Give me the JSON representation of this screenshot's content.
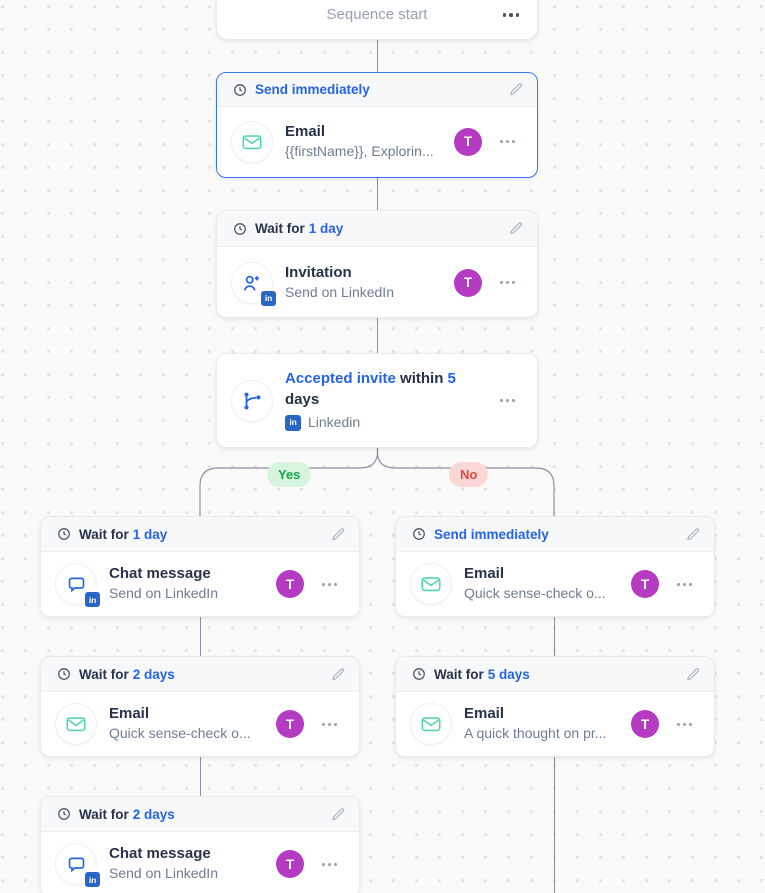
{
  "labels": {
    "yes": "Yes",
    "no": "No",
    "linkedin_badge": "in"
  },
  "colors": {
    "accent_blue": "#2563eb",
    "selected_border": "#3577f1",
    "connector": "#8792a6",
    "avatar_purple": "#b43bc2",
    "linkedin_blue": "#2a66c3",
    "email_mint": "#55d7a5",
    "yes_green": "#19a24a",
    "yes_bg": "#d7f5de",
    "no_red": "#e8453f",
    "no_bg": "#fbd8d6",
    "header_bg": "#f7f8fa",
    "canvas_bg": "#fafaf9"
  },
  "start_card": {
    "title": "Sequence start"
  },
  "cards": {
    "email1": {
      "header_plain": "",
      "header_highlight": "Send immediately",
      "title": "Email",
      "subtitle": "{{firstName}}, Explorin...",
      "avatar_initial": "T"
    },
    "invitation": {
      "header_plain": "Wait for",
      "header_highlight": "1 day",
      "title": "Invitation",
      "subtitle": "Send on LinkedIn",
      "avatar_initial": "T"
    },
    "left1": {
      "header_plain": "Wait for",
      "header_highlight": "1 day",
      "title": "Chat message",
      "subtitle": "Send on LinkedIn",
      "avatar_initial": "T"
    },
    "left2": {
      "header_plain": "Wait for",
      "header_highlight": "2 days",
      "title": "Email",
      "subtitle": "Quick sense-check o...",
      "avatar_initial": "T"
    },
    "left3": {
      "header_plain": "Wait for",
      "header_highlight": "2 days",
      "title": "Chat message",
      "subtitle": "Send on LinkedIn",
      "avatar_initial": "T"
    },
    "right1": {
      "header_plain": "",
      "header_highlight": "Send immediately",
      "title": "Email",
      "subtitle": "Quick sense-check o...",
      "avatar_initial": "T"
    },
    "right2": {
      "header_plain": "Wait for",
      "header_highlight": "5 days",
      "title": "Email",
      "subtitle": "A quick thought on pr...",
      "avatar_initial": "T"
    }
  },
  "condition": {
    "part_highlight1": "Accepted invite",
    "part_plain1": " within ",
    "part_highlight2": "5",
    "part_plain2": " days",
    "channel": "Linkedin"
  }
}
